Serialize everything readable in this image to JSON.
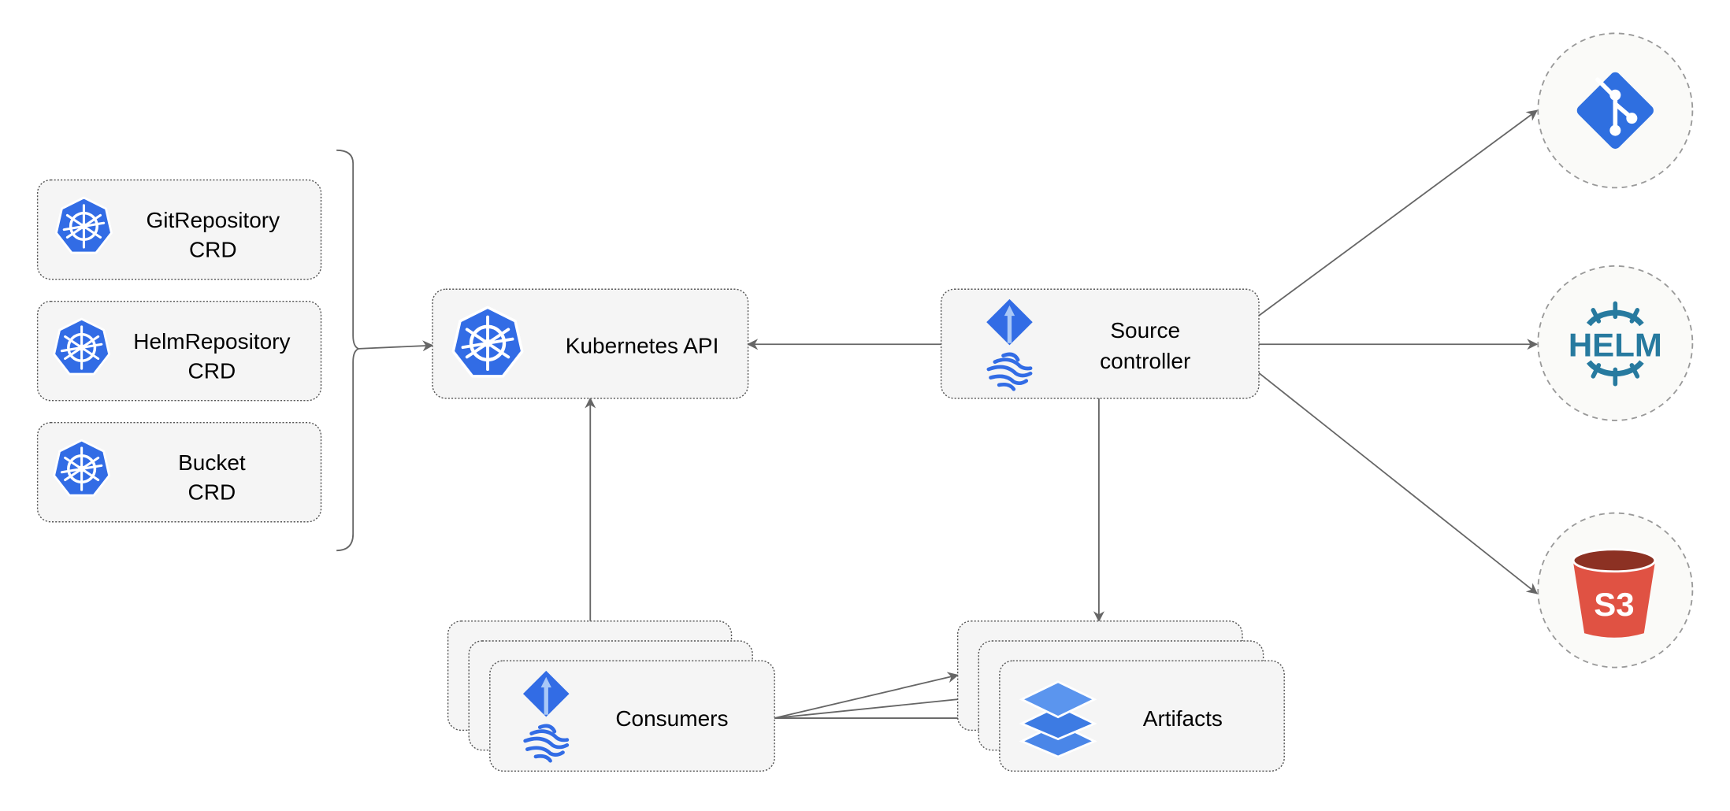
{
  "nodes": {
    "git_crd": {
      "line1": "GitRepository",
      "line2": "CRD",
      "icon": "kubernetes-icon"
    },
    "helm_crd": {
      "line1": "HelmRepository",
      "line2": "CRD",
      "icon": "kubernetes-icon"
    },
    "bucket_crd": {
      "line1": "Bucket",
      "line2": "CRD",
      "icon": "kubernetes-icon"
    },
    "kube_api": {
      "label": "Kubernetes API",
      "icon": "kubernetes-icon"
    },
    "source_controller": {
      "line1": "Source",
      "line2": "controller",
      "icon": "flux-icon"
    },
    "consumers": {
      "label": "Consumers",
      "icon": "flux-icon"
    },
    "artifacts": {
      "label": "Artifacts",
      "icon": "layers-icon"
    },
    "git": {
      "icon": "git-icon"
    },
    "helm": {
      "logo_text": "HELM",
      "icon": "helm-icon"
    },
    "s3": {
      "logo_text": "S3",
      "icon": "s3-bucket-icon"
    }
  },
  "colors": {
    "kubernetes": "#326ce5",
    "helm": "#277a9f",
    "s3": "#e05243",
    "s3_dark": "#8c3123",
    "edge": "#666666"
  }
}
